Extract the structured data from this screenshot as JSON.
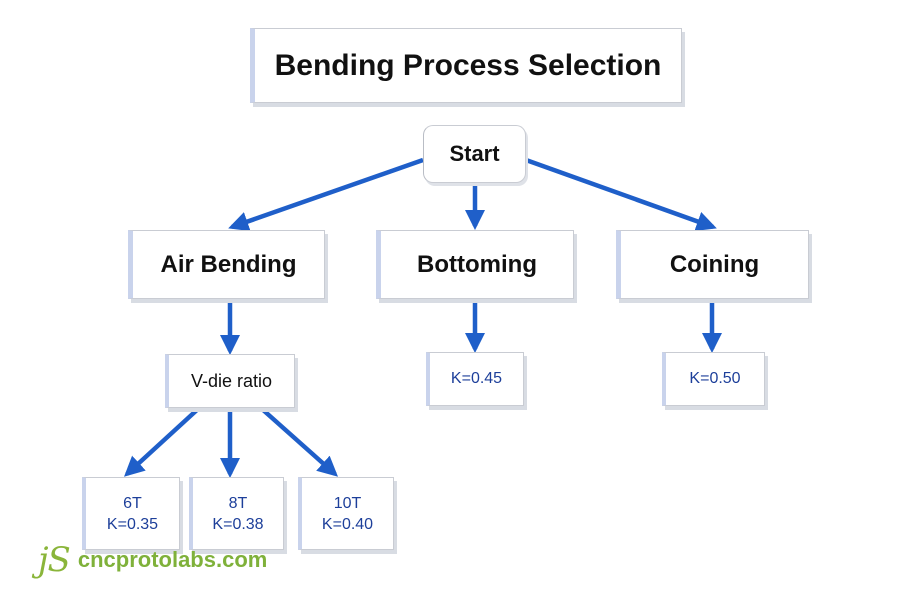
{
  "title": "Bending Process Selection",
  "start": "Start",
  "processes": [
    {
      "label": "Air Bending"
    },
    {
      "label": "Bottoming",
      "k": "K=0.45"
    },
    {
      "label": "Coining",
      "k": "K=0.50"
    }
  ],
  "air_bending": {
    "decision": "V-die ratio",
    "options": [
      {
        "ratio": "6T",
        "k": "K=0.35"
      },
      {
        "ratio": "8T",
        "k": "K=0.38"
      },
      {
        "ratio": "10T",
        "k": "K=0.40"
      }
    ]
  },
  "watermark": {
    "mark": "JS",
    "text": "cncprotolabs.com"
  },
  "colors": {
    "arrow": "#1f5fc9",
    "k_text": "#1d3f9a",
    "logo": "#7fb13a"
  }
}
